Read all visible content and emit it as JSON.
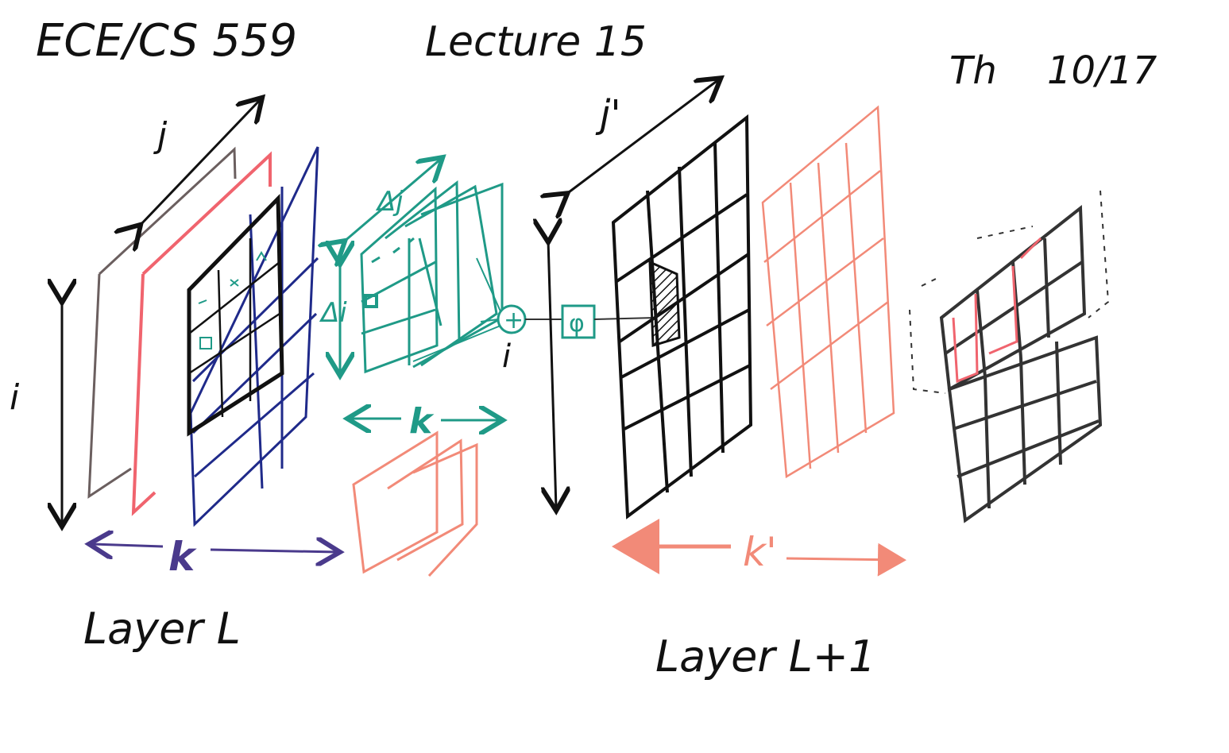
{
  "header": {
    "course": "ECE/CS 559",
    "lecture": "Lecture 15",
    "date_day": "Th",
    "date": "10/17"
  },
  "left_block": {
    "label_j": "j",
    "label_i": "i",
    "label_k": "k",
    "caption": "Layer L"
  },
  "middle_kernel": {
    "label_delta_j": "Δj",
    "label_delta_i": "Δi",
    "label_k": "k",
    "label_i": "i"
  },
  "operators": {
    "sum_symbol": "+",
    "activation_symbol": "φ"
  },
  "right_block": {
    "label_j_prime": "j'",
    "label_k_prime": "k'",
    "caption": "Layer L+1"
  },
  "colors": {
    "ink_black": "#111111",
    "ink_blue": "#1f2a8a",
    "ink_red": "#f0646e",
    "ink_teal": "#1f9a87",
    "ink_purple": "#4a3a8c",
    "ink_salmon": "#f28a78",
    "ink_gray": "#6b5f5f"
  }
}
